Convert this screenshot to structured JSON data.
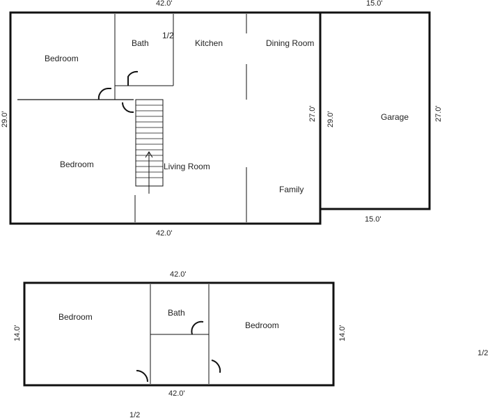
{
  "floor_plan": {
    "main_floor": {
      "rooms": {
        "bedroom_top": "Bedroom",
        "bath": "Bath",
        "half_mark": "1/2",
        "kitchen": "Kitchen",
        "dining_room": "Dining Room",
        "bedroom_lower": "Bedroom",
        "living_room": "Living Room",
        "family": "Family"
      },
      "dimensions": {
        "top": "42.0'",
        "bottom": "42.0'",
        "left": "29.0'",
        "right": "27.0'"
      }
    },
    "garage": {
      "label": "Garage",
      "dimensions": {
        "top": "15.0'",
        "bottom": "15.0'",
        "left": "29.0'",
        "right": "27.0'"
      }
    },
    "upper_floor": {
      "rooms": {
        "bedroom_left": "Bedroom",
        "bath": "Bath",
        "bedroom_right": "Bedroom"
      },
      "dimensions": {
        "top": "42.0'",
        "bottom": "42.0'",
        "left": "14.0'",
        "right": "14.0'"
      }
    },
    "stray_marks": {
      "right_edge": "1/2",
      "bottom": "1/2"
    }
  }
}
